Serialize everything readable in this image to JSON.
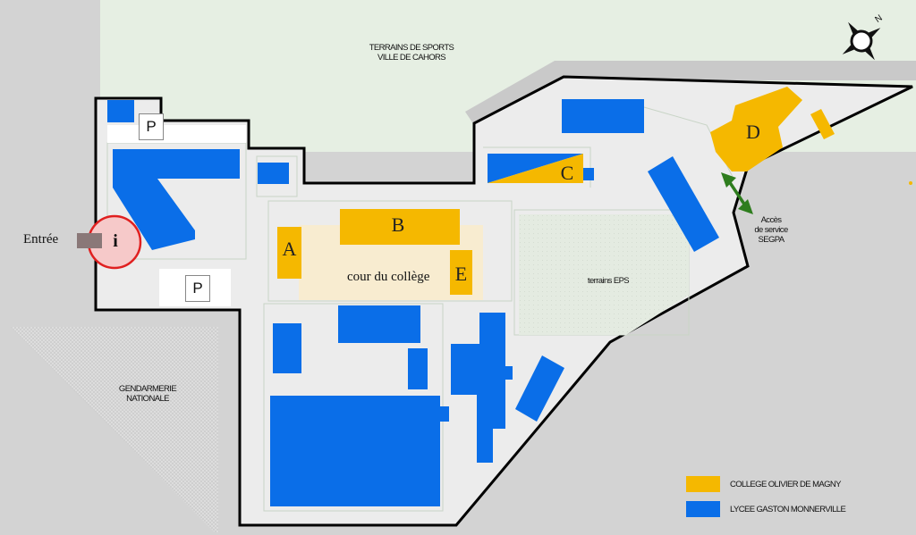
{
  "labels": {
    "sports_fields_line1": "TERRAINS DE SPORTS",
    "sports_fields_line2": "VILLE DE CAHORS",
    "gendarmerie_line1": "GENDARMERIE",
    "gendarmerie_line2": "NATIONALE",
    "entrance": "Entrée",
    "info": "i",
    "parking_top": "P",
    "parking_bottom": "P",
    "courtyard": "cour du collège",
    "eps_fields": "terrains EPS",
    "service_access_line1": "Accès",
    "service_access_line2": "de service",
    "service_access_line3": "SEGPA",
    "compass_north": "N"
  },
  "buildings": {
    "A": "A",
    "B": "B",
    "C": "C",
    "D": "D",
    "E": "E"
  },
  "legend": {
    "college": "COLLEGE OLIVIER DE MAGNY",
    "lycee": "LYCEE GASTON MONNERVILLE"
  },
  "colors": {
    "college": "#f5b800",
    "lycee": "#0a6ee8",
    "background": "#d3d3d3",
    "campus": "#ececec",
    "sports": "#e6efe3",
    "courtyard": "#f8ecd0",
    "entrance_circle": "#e02020",
    "access_arrow": "#2e7d1e"
  }
}
